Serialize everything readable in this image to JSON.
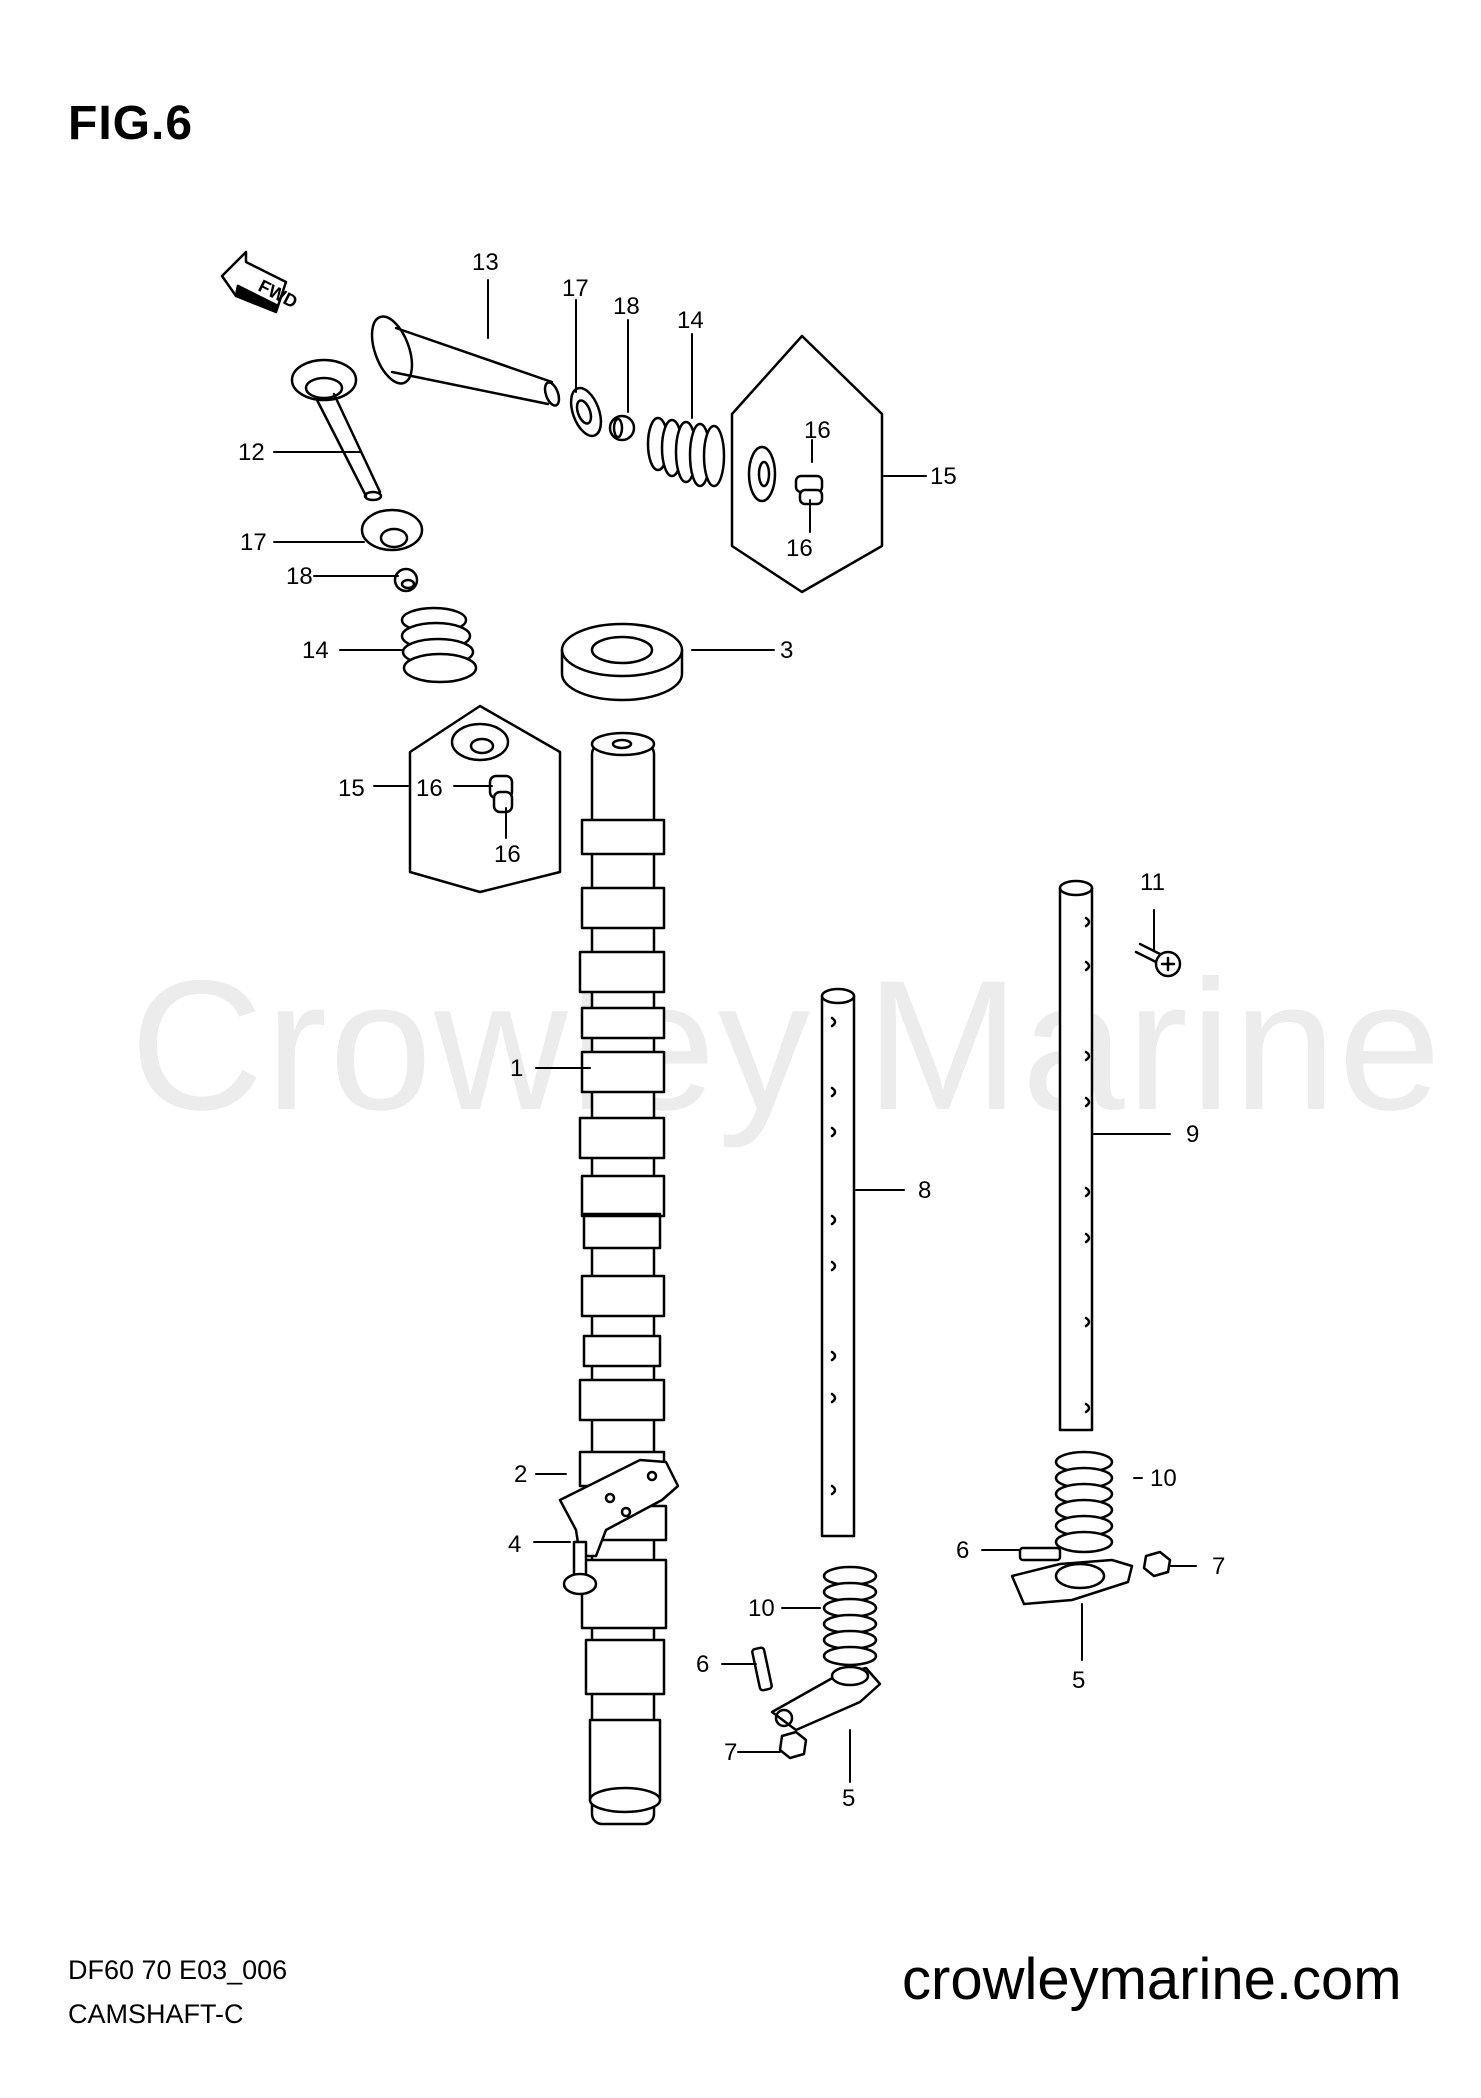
{
  "figure": {
    "title": "FIG.6"
  },
  "watermark": "Crowley Marine",
  "direction_badge": "FWD",
  "diagram_code": "DF60 70 E03_006",
  "caption": "CAMSHAFT-C",
  "website": "crowleymarine.com",
  "callouts": {
    "camshaft": "1",
    "plate": "2",
    "oil_seal": "3",
    "plate_bolt": "4",
    "rocker_arm_left": "5",
    "rocker_arm_right": "5",
    "adjusting_screw_left": "6",
    "adjusting_screw_right": "6",
    "lock_nut_left": "7",
    "lock_nut_right": "7",
    "rocker_shaft_8": "8",
    "rocker_shaft_9": "9",
    "shaft_spring_left": "10",
    "shaft_spring_right": "10",
    "shaft_screw": "11",
    "intake_valve": "12",
    "exhaust_valve": "13",
    "valve_spring_top": "14",
    "valve_spring_left": "14",
    "retainer_set_top": "15",
    "retainer_set_left": "15",
    "cotter_top_a": "16",
    "cotter_top_b": "16",
    "cotter_left_a": "16",
    "cotter_left_b": "16",
    "stem_seal_top": "17",
    "stem_seal_left": "17",
    "valve_seat_top": "18",
    "valve_seat_left": "18"
  }
}
